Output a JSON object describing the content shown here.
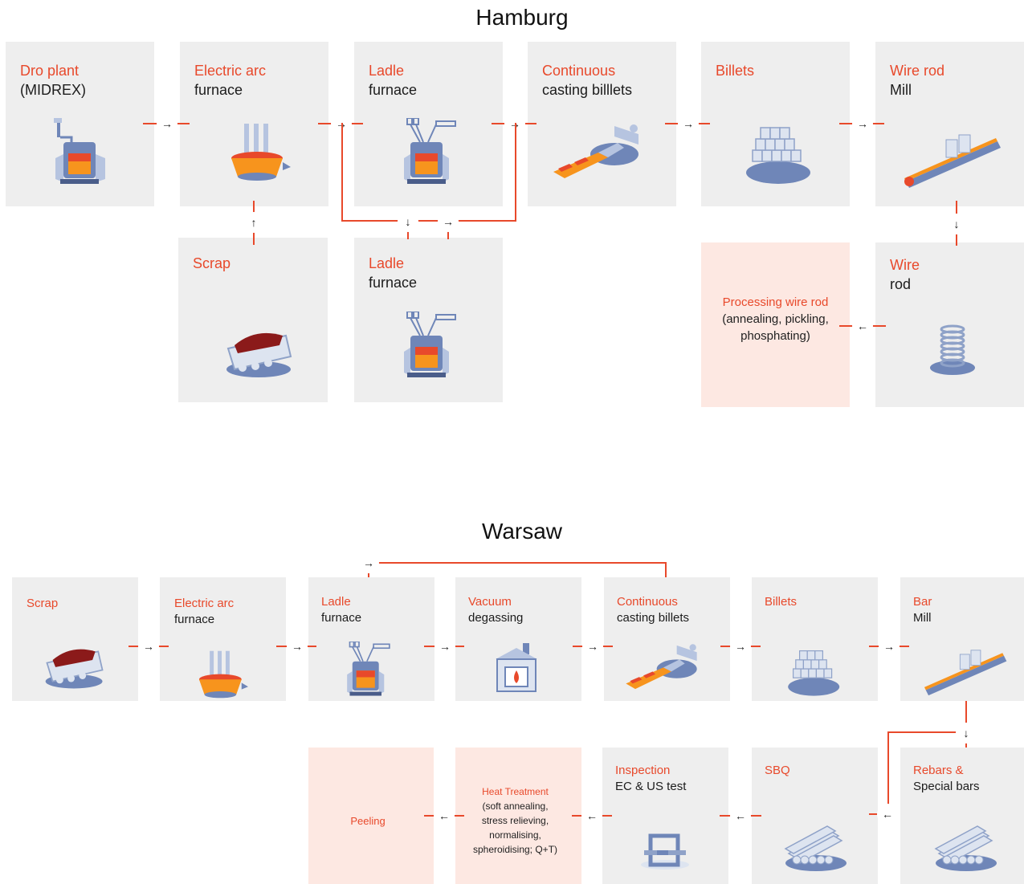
{
  "hamburg": {
    "title": "Hamburg",
    "dro_plant": {
      "line1": "Dro plant",
      "line2": "(MIDREX)"
    },
    "electric_arc": {
      "line1": "Electric arc",
      "line2": "furnace"
    },
    "ladle_top": {
      "line1": "Ladle",
      "line2": "furnace"
    },
    "continuous": {
      "line1": "Continuous",
      "line2": "casting billlets"
    },
    "billets": {
      "line1": "Billets"
    },
    "wire_rod_mill": {
      "line1": "Wire rod",
      "line2": "Mill"
    },
    "scrap": {
      "line1": "Scrap"
    },
    "ladle_bottom": {
      "line1": "Ladle",
      "line2": "furnace"
    },
    "wire_rod": {
      "line1": "Wire",
      "line2": "rod"
    },
    "processing": {
      "line1": "Processing wire rod",
      "line2": "(annealing, pickling,",
      "line3": "phosphating)"
    }
  },
  "warsaw": {
    "title": "Warsaw",
    "scrap": {
      "line1": "Scrap"
    },
    "electric_arc": {
      "line1": "Electric arc",
      "line2": "furnace"
    },
    "ladle": {
      "line1": "Ladle",
      "line2": "furnace"
    },
    "vacuum": {
      "line1": "Vacuum",
      "line2": "degassing"
    },
    "continuous": {
      "line1": "Continuous",
      "line2": "casting billets"
    },
    "billets": {
      "line1": "Billets"
    },
    "bar_mill": {
      "line1": "Bar",
      "line2": "Mill"
    },
    "rebars": {
      "line1": "Rebars &",
      "line2": "Special bars"
    },
    "sbq": {
      "line1": "SBQ"
    },
    "inspection": {
      "line1": "Inspection",
      "line2": "EC & US test"
    },
    "heat_treatment": {
      "line1": "Heat Treatment",
      "line2": "(soft annealing,",
      "line3": "stress relieving,",
      "line4": "normalising,",
      "line5": "spheroidising; Q+T)"
    },
    "peeling": {
      "line1": "Peeling"
    }
  },
  "arrows": {
    "right": "→",
    "left": "←",
    "up": "↑",
    "down": "↓"
  },
  "colors": {
    "accent": "#e8492b",
    "box": "#eeeeee",
    "highlight": "#fde8e2",
    "icon_blue": "#6f86b8"
  },
  "icons": [
    "furnace-icon",
    "electric-arc-furnace-icon",
    "ladle-furnace-icon",
    "casting-icon",
    "billets-icon",
    "rolling-mill-icon",
    "scrap-icon",
    "wire-coil-icon",
    "vacuum-chamber-icon",
    "inspection-gate-icon",
    "bars-bundle-icon"
  ]
}
